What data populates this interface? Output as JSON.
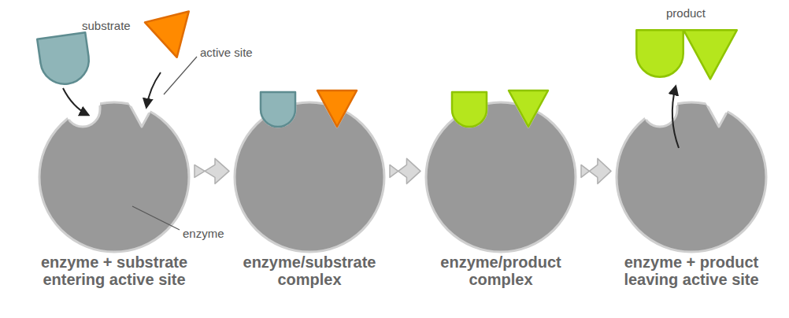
{
  "diagram": {
    "nodes": [
      {
        "text": [
          "enzyme + substrate entering active site"
        ]
      },
      {
        "text": [
          "enzyme/substrate complex"
        ]
      },
      {
        "text": [
          "enzyme/product complex"
        ]
      },
      {
        "text": [
          "enzyme + product leaving active site"
        ]
      }
    ],
    "edges": [
      {
        "from": 0,
        "to": 1,
        "arrow": "to"
      },
      {
        "from": 1,
        "to": 2,
        "arrow": "to"
      },
      {
        "from": 2,
        "to": 3,
        "arrow": "to"
      }
    ],
    "labels": [
      "substrate",
      "active site",
      "enzyme",
      "product"
    ]
  }
}
